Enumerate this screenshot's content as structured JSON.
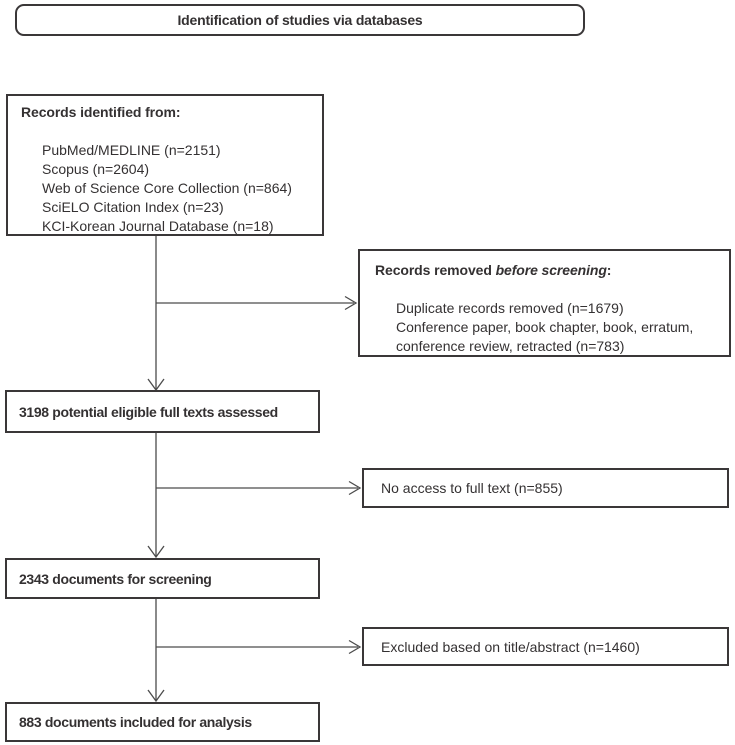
{
  "title": "Identification of studies via databases",
  "flow": {
    "records_identified": {
      "heading": "Records identified from:",
      "items": [
        "PubMed/MEDLINE (n=2151)",
        "Scopus (n=2604)",
        "Web of Science Core Collection (n=864)",
        "SciELO Citation Index (n=23)",
        "KCI-Korean Journal Database (n=18)"
      ]
    },
    "records_removed": {
      "heading_prefix": "Records removed ",
      "heading_emphasis": "before screening",
      "heading_suffix": ":",
      "items": [
        "Duplicate records removed (n=1679)",
        "Conference paper, book chapter, book, erratum, conference review, retracted (n=783)"
      ]
    },
    "assessed": "3198 potential eligible full texts assessed",
    "no_access": "No access to full text (n=855)",
    "screening": "2343 documents for screening",
    "excluded": "Excluded based on title/abstract (n=1460)",
    "included": "883 documents included for analysis"
  },
  "colors": {
    "background": "#ffffff",
    "box_border": "#3a3738",
    "text": "#343132",
    "arrow": "#4c4c4c"
  }
}
